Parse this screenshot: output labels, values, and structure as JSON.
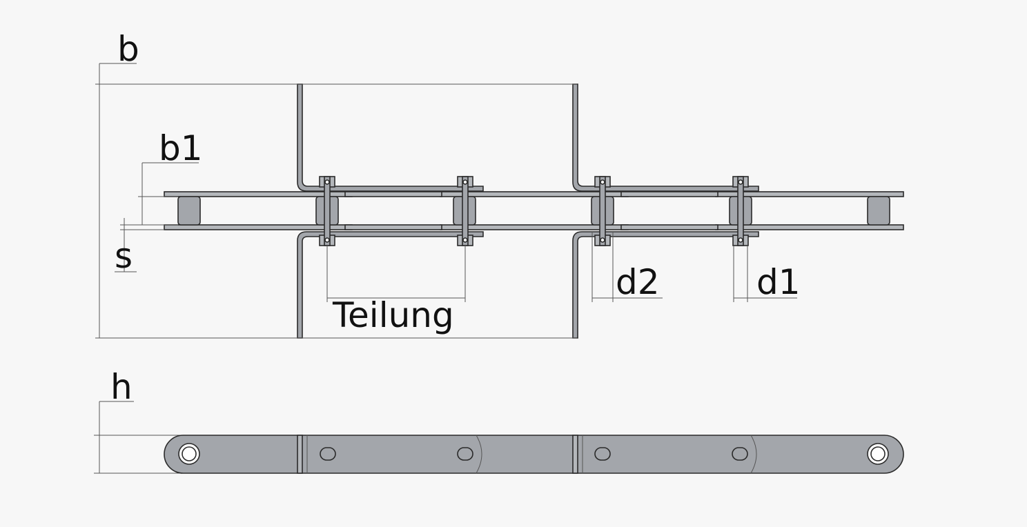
{
  "labels": {
    "b": "b",
    "b1": "b1",
    "s": "s",
    "teilung": "Teilung",
    "d2": "d2",
    "d1": "d1",
    "h": "h"
  },
  "colors": {
    "background": "#f7f7f7",
    "steel": "#a3a6ab",
    "steel_light": "#b4b7bb",
    "outline": "#2a2a2a",
    "dimension_line": "#555555"
  }
}
